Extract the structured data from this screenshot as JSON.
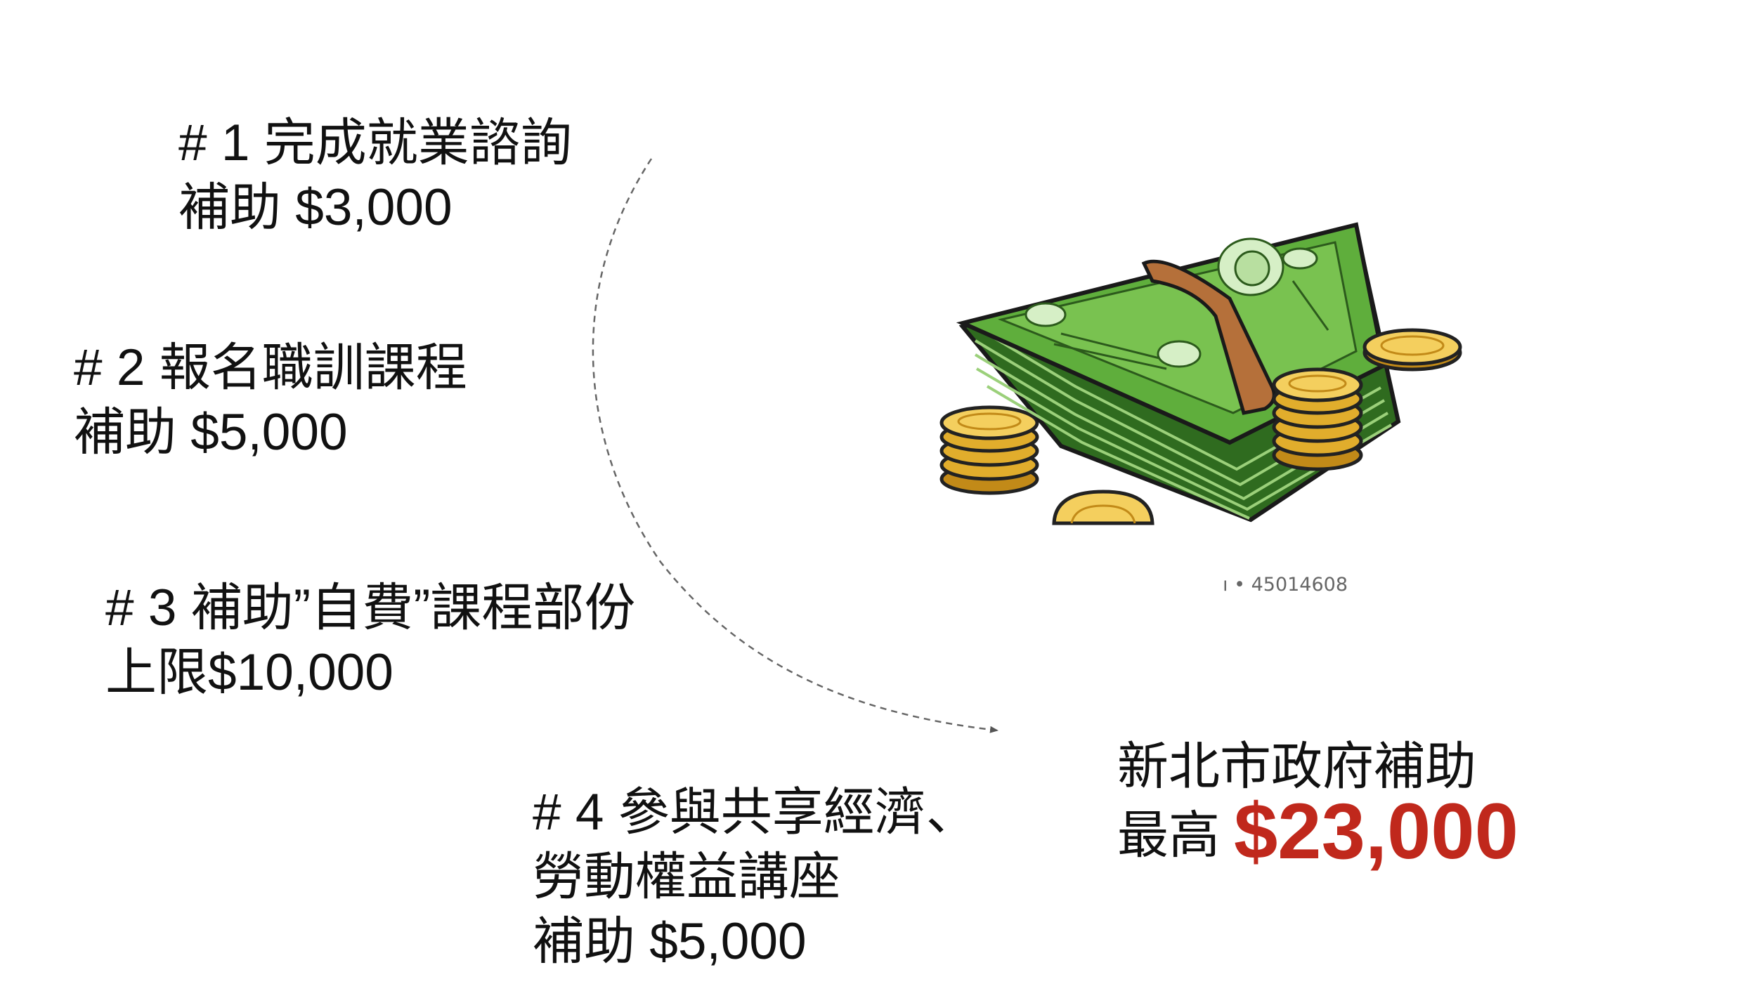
{
  "items": [
    {
      "id": "1",
      "title": "# 1 完成就業諮詢",
      "detail": "補助 $3,000"
    },
    {
      "id": "2",
      "title": "# 2 報名職訓課程",
      "detail": "補助 $5,000"
    },
    {
      "id": "3",
      "title": "# 3 補助”自費”課程部份",
      "detail": "上限$10,000"
    },
    {
      "id": "4",
      "title": "# 4 參與共享經濟、",
      "title2": "勞動權益講座",
      "detail": "補助 $5,000"
    }
  ],
  "conclusion": {
    "line1": "新北市政府補助",
    "prefix": "最高",
    "amount": "$23,000"
  },
  "image": {
    "subject": "money-stack-clipart",
    "watermark": "ı • 45014608"
  },
  "colors": {
    "highlight": "#c0281c",
    "bill_green": "#4e9a32",
    "coin_gold": "#e1ad2c",
    "strap_brown": "#b5703a"
  }
}
